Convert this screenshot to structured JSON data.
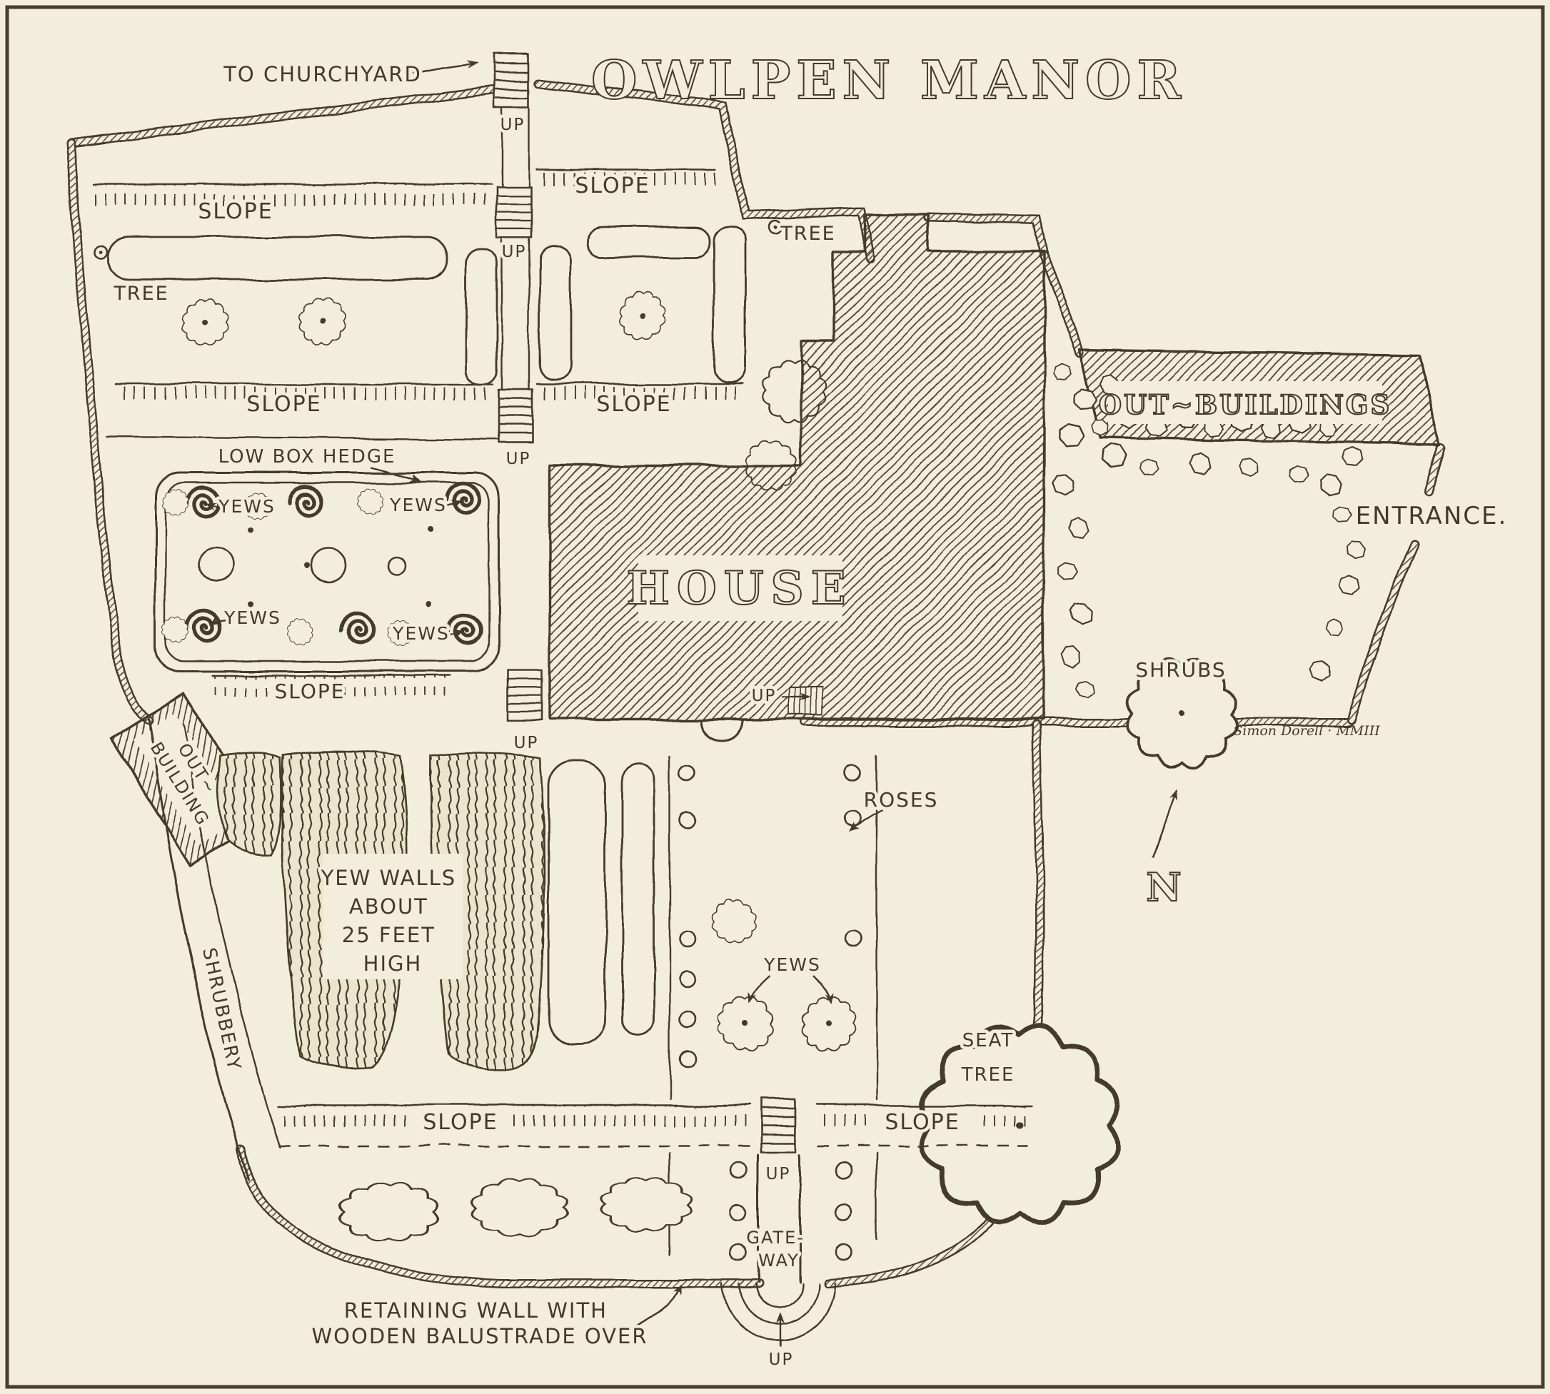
{
  "title": "OWLPEN MANOR",
  "compass_n": "N",
  "signature": "Simon Dorell · MMIII",
  "colors": {
    "paper": "#f2eedb",
    "ink": "#443a2b"
  },
  "labels": {
    "to_churchyard": "TO CHURCHYARD",
    "up": "UP",
    "slope": "SLOPE",
    "tree": "TREE",
    "house": "HOUSE",
    "out_buildings": "OUT~BUILDINGS",
    "out_building_line1": "OUT~",
    "out_building_line2": "BUILDING",
    "entrance": "ENTRANCE.",
    "low_box_hedge": "LOW BOX HEDGE",
    "yews": "YEWS",
    "shrubs": "SHRUBS",
    "roses": "ROSES",
    "shrubbery": "SHRUBBERY",
    "yew_walls_line1": "YEW WALLS",
    "yew_walls_line2": "ABOUT",
    "yew_walls_line3": "25 FEET",
    "yew_walls_line4": "HIGH",
    "seat": "SEAT",
    "gateway_line1": "GATE-",
    "gateway_line2": "WAY",
    "retaining_line1": "RETAINING WALL WITH",
    "retaining_line2": "WOODEN BALUSTRADE OVER"
  }
}
